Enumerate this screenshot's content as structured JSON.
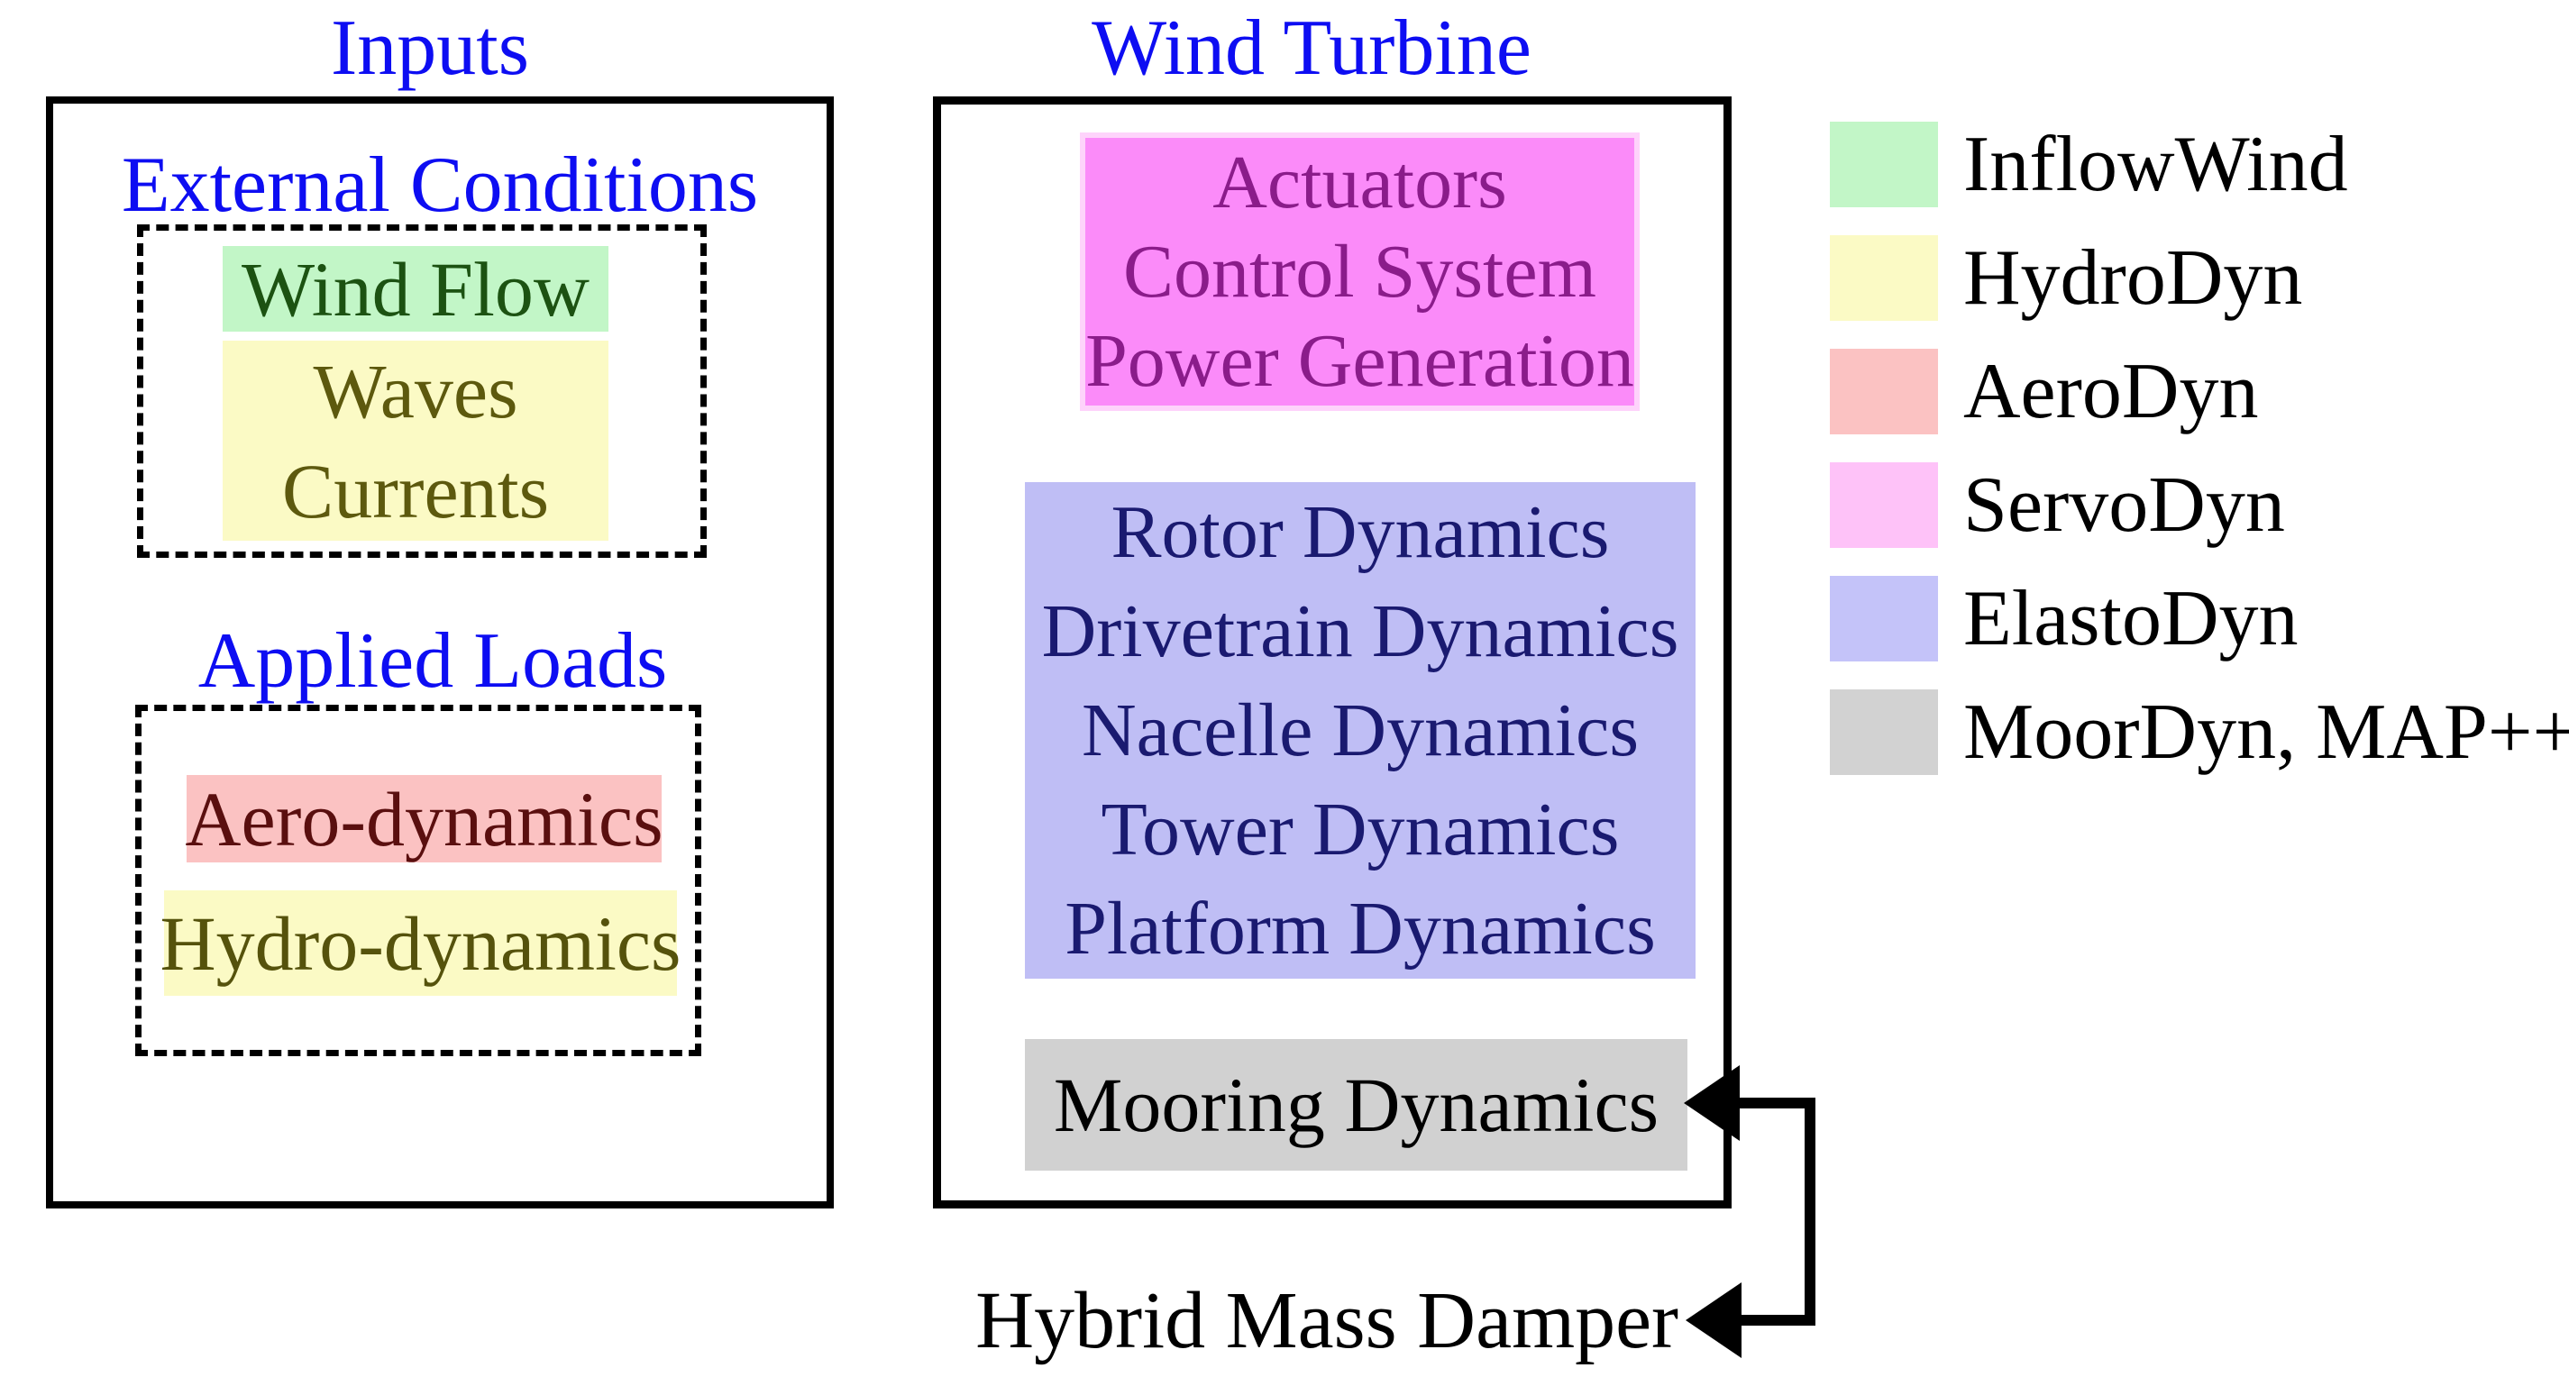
{
  "titles": {
    "inputs": "Inputs",
    "wind_turbine": "Wind Turbine"
  },
  "colors": {
    "heading_blue": "#0d0df2",
    "outline_black": "#000000",
    "windflow_fill": "#c2f6c7",
    "waves_fill": "#fbfac5",
    "aero_fill": "#fbc2c2",
    "hydro_fill": "#fbfac5",
    "servo_fill": "#fb8bf9",
    "servo_border": "#fed3fb",
    "elasto_fill": "#bfbef5",
    "mooring_fill": "#d1d1d1",
    "windflow_text": "#1c5212",
    "waves_text": "#5d590e",
    "aero_text": "#5a0f0f",
    "hydro_text": "#55520c",
    "servo_text": "#8a1c8a",
    "elasto_text": "#1a1a70",
    "mooring_text": "#000000",
    "hmd_text": "#000000"
  },
  "inputs_panel": {
    "external_conditions": {
      "heading": "External Conditions",
      "wind_flow": "Wind Flow",
      "waves": "Waves",
      "currents": "Currents"
    },
    "applied_loads": {
      "heading": "Applied Loads",
      "aero": "Aero-dynamics",
      "hydro": "Hydro-dynamics"
    }
  },
  "wind_turbine_panel": {
    "servo_box": {
      "line1": "Actuators",
      "line2": "Control System",
      "line3": "Power Generation"
    },
    "elasto_box": {
      "line1": "Rotor Dynamics",
      "line2": "Drivetrain Dynamics",
      "line3": "Nacelle Dynamics",
      "line4": "Tower Dynamics",
      "line5": "Platform Dynamics"
    },
    "mooring_box": {
      "label": "Mooring Dynamics"
    }
  },
  "external_labels": {
    "hybrid_mass_damper": "Hybrid Mass Damper"
  },
  "legend": {
    "items": [
      {
        "label": "InflowWind",
        "color": "#c2f6c7"
      },
      {
        "label": "HydroDyn",
        "color": "#fbfac5"
      },
      {
        "label": "AeroDyn",
        "color": "#fbc2c2"
      },
      {
        "label": "ServoDyn",
        "color": "#fec2f8"
      },
      {
        "label": "ElastoDyn",
        "color": "#c4c3f9"
      },
      {
        "label": "MoorDyn, MAP++",
        "color": "#d2d2d2"
      }
    ]
  }
}
